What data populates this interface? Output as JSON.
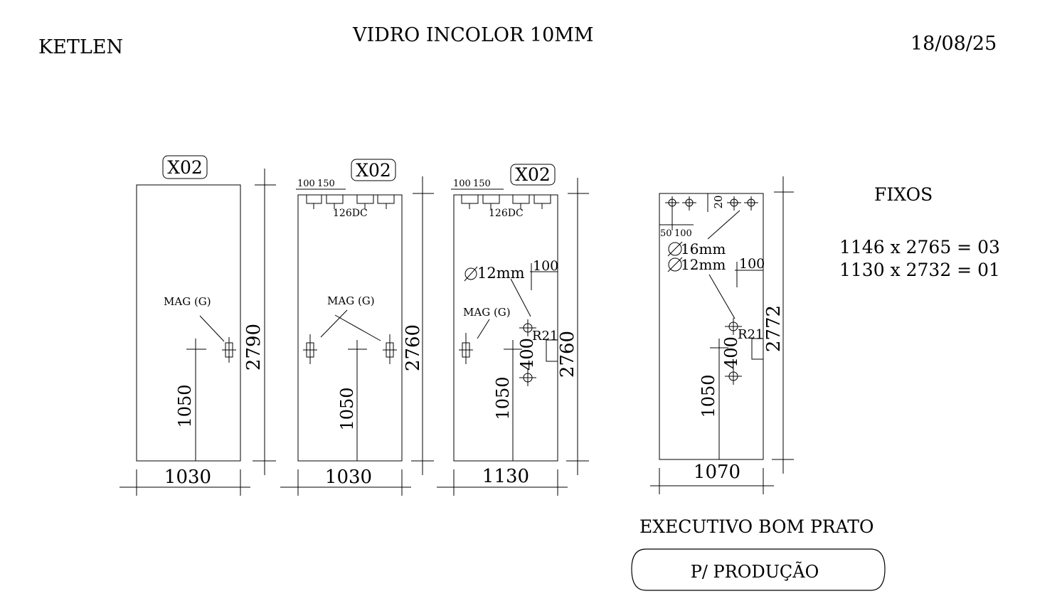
{
  "header": {
    "client": "KETLEN",
    "material": "VIDRO INCOLOR 10MM",
    "date": "18/08/25"
  },
  "panels": [
    {
      "tag": "X02",
      "width_label": "1030",
      "height_label": "2790",
      "handle_height_label": "1050",
      "magnet_label": "MAG (G)"
    },
    {
      "tag": "X02",
      "width_label": "1030",
      "height_label": "2760",
      "handle_height_label": "1050",
      "magnet_label": "MAG (G)",
      "top_dim_1": "100",
      "top_dim_2": "150",
      "hinge_label": "126DC"
    },
    {
      "tag": "X02",
      "width_label": "1130",
      "height_label": "2760",
      "handle_height_label": "1050",
      "magnet_label": "MAG (G)",
      "top_dim_1": "100",
      "top_dim_2": "150",
      "hinge_label": "126DC",
      "hole_label": "12mm",
      "edge_dim": "100",
      "hole_spacing": "400",
      "radius_label": "R21"
    },
    {
      "width_label": "1070",
      "height_label": "2772",
      "handle_height_label": "1050",
      "hole_label_1": "16mm",
      "hole_label_2": "12mm",
      "edge_dim": "100",
      "hole_spacing": "400",
      "radius_label": "R21",
      "top_dim_20": "20",
      "top_dim_50": "50",
      "top_dim_100": "100"
    }
  ],
  "fixed_glass": {
    "title": "FIXOS",
    "line1": "1146 x 2765 = 03",
    "line2": "1130 x 2732 = 01"
  },
  "project": {
    "name": "EXECUTIVO BOM PRATO",
    "status": "P/ PRODUÇÃO"
  }
}
